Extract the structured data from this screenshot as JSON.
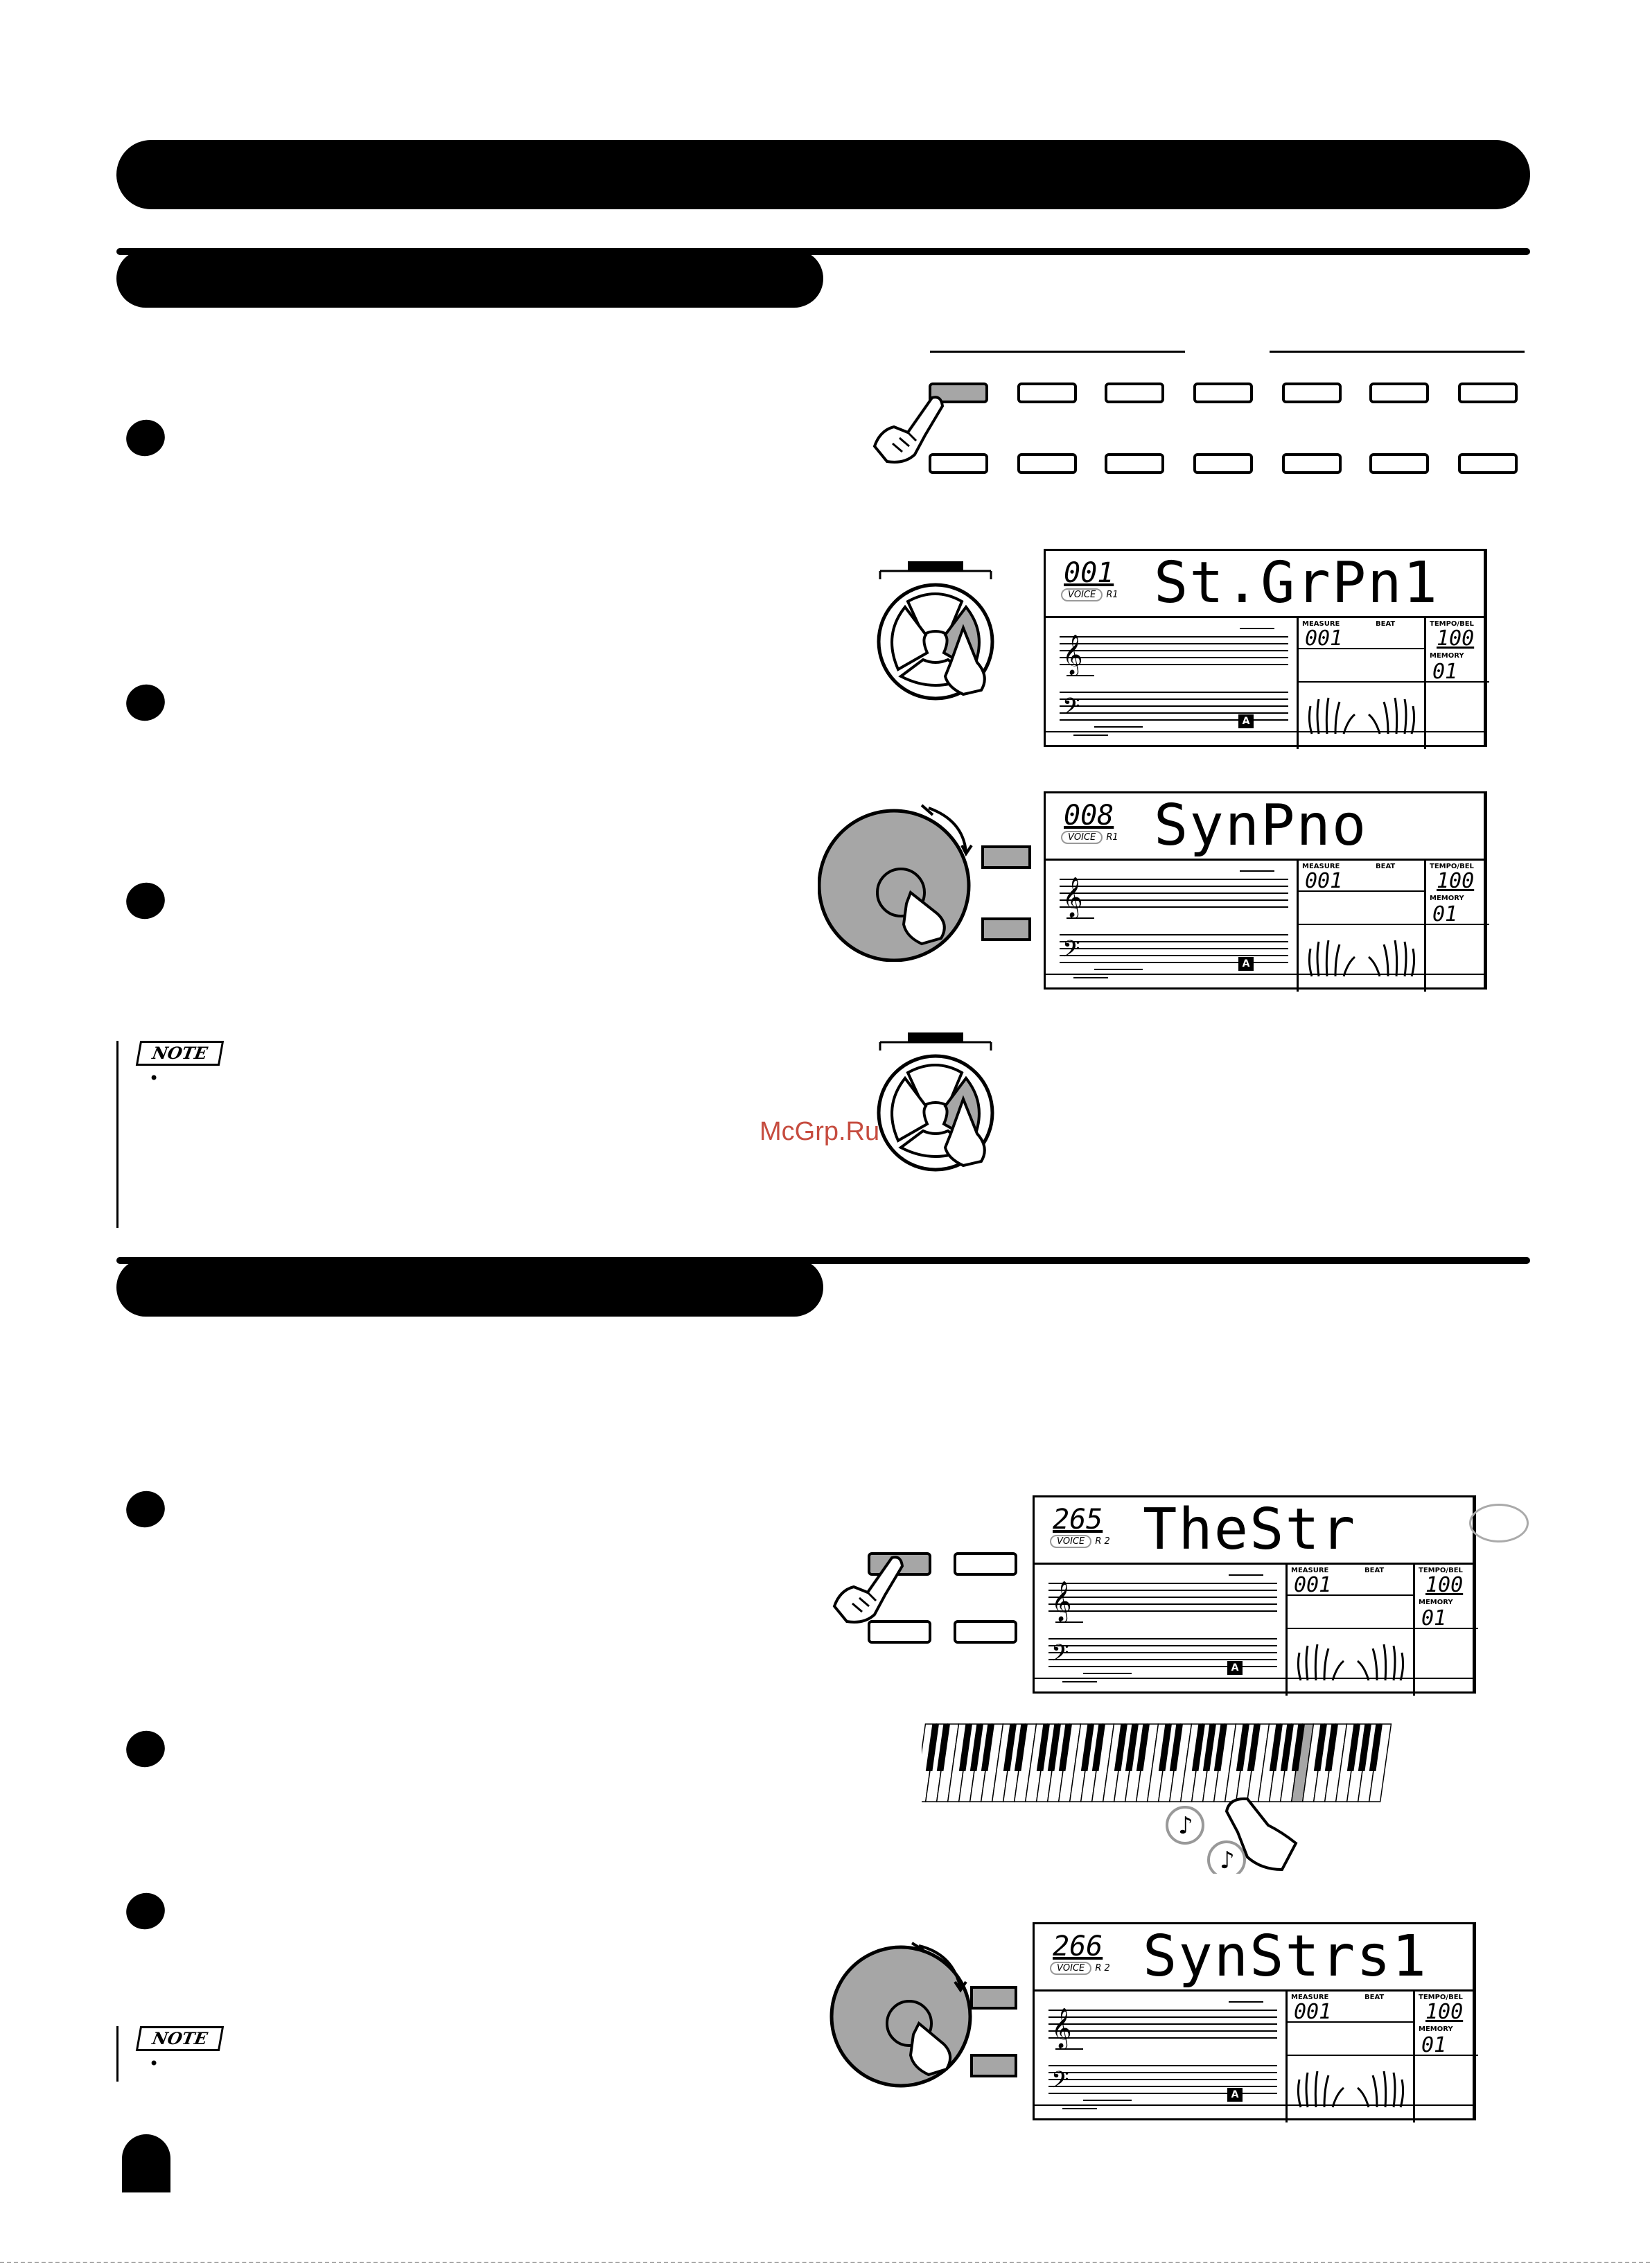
{
  "watermark": "McGrp.Ru",
  "notes": [
    {
      "tag": "NOTE",
      "bullet": "•"
    },
    {
      "tag": "NOTE",
      "bullet": "•"
    }
  ],
  "lcd": [
    {
      "number": "001",
      "voice": "VOICE",
      "part": "R1",
      "name": "St.GrPn1",
      "measure_label": "MEASURE",
      "beat_label": "BEAT",
      "measure": "001",
      "tempo_label": "TEMPO/BEL",
      "tempo": "100",
      "memory_label": "MEMORY",
      "memory": "01",
      "mode_letter": "A"
    },
    {
      "number": "008",
      "voice": "VOICE",
      "part": "R1",
      "name": "SynPno",
      "measure_label": "MEASURE",
      "beat_label": "BEAT",
      "measure": "001",
      "tempo_label": "TEMPO/BEL",
      "tempo": "100",
      "memory_label": "MEMORY",
      "memory": "01",
      "mode_letter": "A"
    },
    {
      "number": "265",
      "voice": "VOICE",
      "part": "R 2",
      "name": "TheStr",
      "measure_label": "MEASURE",
      "beat_label": "BEAT",
      "measure": "001",
      "tempo_label": "TEMPO/BEL",
      "tempo": "100",
      "memory_label": "MEMORY",
      "memory": "01",
      "mode_letter": "A"
    },
    {
      "number": "266",
      "voice": "VOICE",
      "part": "R 2",
      "name": "SynStrs1",
      "measure_label": "MEASURE",
      "beat_label": "BEAT",
      "measure": "001",
      "tempo_label": "TEMPO/BEL",
      "tempo": "100",
      "memory_label": "MEMORY",
      "memory": "01",
      "mode_letter": "A"
    }
  ],
  "icons": [
    "hand-pointer-icon",
    "treble-clef-icon",
    "bass-clef-icon",
    "hands-icon",
    "music-note-icon",
    "dial-icon",
    "knob-icon",
    "keyboard-icon"
  ]
}
